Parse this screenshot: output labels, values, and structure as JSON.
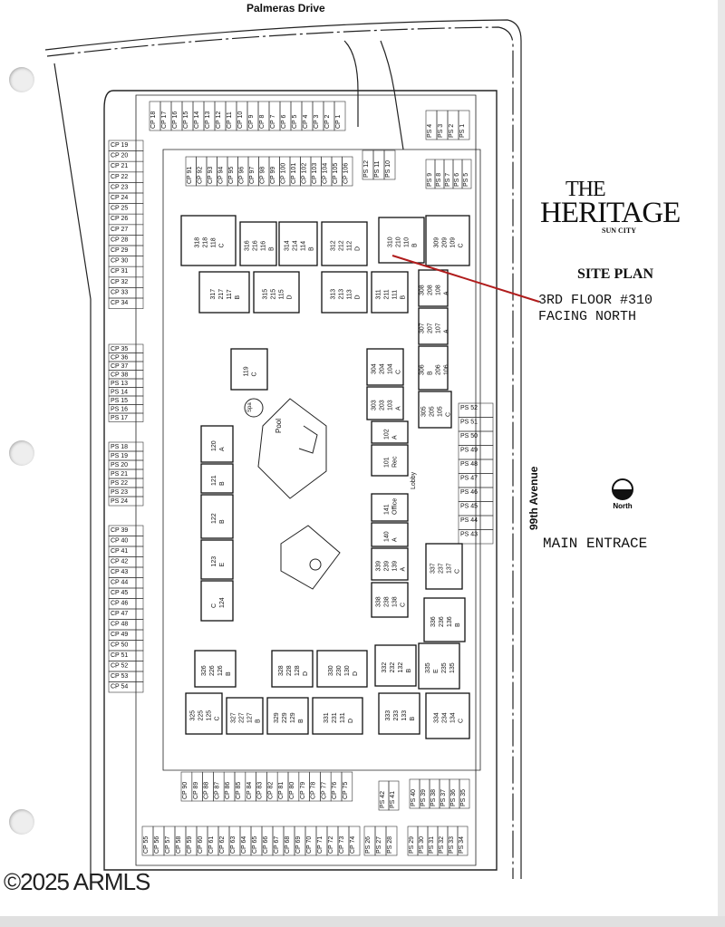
{
  "roads": {
    "top": "Palmeras Drive",
    "right": "99th Avenue"
  },
  "logo": {
    "line1": "THE",
    "line2": "HERITAGE",
    "line3": "SUN CITY"
  },
  "title": "SITE PLAN",
  "annotation": {
    "line1": "3RD FLOOR #310",
    "line2": "FACING NORTH",
    "color": "#b01c1c"
  },
  "north_label": "North",
  "entrance_label": "MAIN ENTRACE",
  "watermark": "©2025 ARMLS",
  "amenities": {
    "pool": "Pool",
    "spa": "Spa",
    "lobby": "Lobby"
  },
  "buildings": [
    {
      "units": [
        "318",
        "218",
        "118",
        "C"
      ]
    },
    {
      "units": [
        "316",
        "216",
        "116",
        "B"
      ]
    },
    {
      "units": [
        "314",
        "214",
        "114",
        "B"
      ]
    },
    {
      "units": [
        "312",
        "212",
        "112",
        "D"
      ]
    },
    {
      "units": [
        "310",
        "210",
        "110",
        "B"
      ]
    },
    {
      "units": [
        "309",
        "209",
        "109",
        "C"
      ]
    },
    {
      "units": [
        "317",
        "217",
        "117",
        "B"
      ]
    },
    {
      "units": [
        "315",
        "215",
        "115",
        "D"
      ]
    },
    {
      "units": [
        "313",
        "213",
        "113",
        "D"
      ]
    },
    {
      "units": [
        "311",
        "211",
        "111",
        "B"
      ]
    },
    {
      "units": [
        "308",
        "208",
        "108",
        "A"
      ]
    },
    {
      "units": [
        "307",
        "207",
        "107",
        "A"
      ]
    },
    {
      "units": [
        "306",
        "B",
        "206",
        "106"
      ]
    },
    {
      "units": [
        "305",
        "205",
        "105",
        "C"
      ]
    },
    {
      "units": [
        "304",
        "204",
        "104",
        "C"
      ]
    },
    {
      "units": [
        "303",
        "203",
        "103",
        "A"
      ]
    },
    {
      "units": [
        "102",
        "A"
      ]
    },
    {
      "units": [
        "101",
        "Rec"
      ]
    },
    {
      "units": [
        "141",
        "Office"
      ]
    },
    {
      "units": [
        "140",
        "A"
      ]
    },
    {
      "units": [
        "339",
        "239",
        "139",
        "A"
      ]
    },
    {
      "units": [
        "338",
        "238",
        "138",
        "C"
      ]
    },
    {
      "units": [
        "337",
        "237",
        "137",
        "C"
      ]
    },
    {
      "units": [
        "336",
        "236",
        "136",
        "B"
      ]
    },
    {
      "units": [
        "335",
        "E",
        "235",
        "135"
      ]
    },
    {
      "units": [
        "334",
        "234",
        "134",
        "C"
      ]
    },
    {
      "units": [
        "333",
        "233",
        "133",
        "B"
      ]
    },
    {
      "units": [
        "332",
        "232",
        "132",
        "B"
      ]
    },
    {
      "units": [
        "331",
        "231",
        "131",
        "D"
      ]
    },
    {
      "units": [
        "330",
        "230",
        "130",
        "D"
      ]
    },
    {
      "units": [
        "329",
        "229",
        "129",
        "B"
      ]
    },
    {
      "units": [
        "328",
        "228",
        "128",
        "D"
      ]
    },
    {
      "units": [
        "327",
        "227",
        "127",
        "B"
      ]
    },
    {
      "units": [
        "326",
        "226",
        "126",
        "B"
      ]
    },
    {
      "units": [
        "325",
        "225",
        "125",
        "C"
      ]
    },
    {
      "units": [
        "119",
        "C"
      ]
    },
    {
      "units": [
        "120",
        "A"
      ]
    },
    {
      "units": [
        "121",
        "B"
      ]
    },
    {
      "units": [
        "122",
        "B"
      ]
    },
    {
      "units": [
        "123",
        "E"
      ]
    },
    {
      "units": [
        "C",
        "124"
      ]
    }
  ],
  "parking": [
    {
      "labels": [
        "CP 18",
        "CP 17",
        "CP 16",
        "CP 15",
        "CP 14",
        "CP 13",
        "CP 12",
        "CP 11",
        "CP 10",
        "CP 9",
        "CP 8",
        "CP 7",
        "CP 6",
        "CP 5",
        "CP 4",
        "CP 3",
        "CP 2",
        "CP 1"
      ]
    },
    {
      "labels": [
        "CP 91",
        "CP 92",
        "CP 93",
        "CP 94",
        "CP 95",
        "CP 96",
        "CP 97",
        "CP 98",
        "CP 99",
        "CP 100",
        "CP 101",
        "CP 102",
        "CP 103",
        "CP 104",
        "CP 105",
        "CP 106"
      ]
    },
    {
      "labels": [
        "PS 12",
        "PS 11",
        "PS 10"
      ]
    },
    {
      "labels": [
        "PS 4",
        "PS 3",
        "PS 2",
        "PS 1"
      ]
    },
    {
      "labels": [
        "PS 9",
        "PS 8",
        "PS 7",
        "PS 6",
        "PS 5"
      ]
    },
    {
      "labels": [
        "CP 19",
        "CP 20",
        "CP 21",
        "CP 22",
        "CP 23",
        "CP 24",
        "CP 25",
        "CP 26",
        "CP 27",
        "CP 28",
        "CP 29",
        "CP 30",
        "CP 31",
        "CP 32",
        "CP 33",
        "CP 34"
      ]
    },
    {
      "labels": [
        "CP 35",
        "CP 36",
        "CP 37",
        "CP 38",
        "PS 13",
        "PS 14",
        "PS 15",
        "PS 16",
        "PS 17"
      ]
    },
    {
      "labels": [
        "PS 18",
        "PS 19",
        "PS 20",
        "PS 21",
        "PS 22",
        "PS 23",
        "PS 24"
      ]
    },
    {
      "labels": [
        "CP 39",
        "CP 40",
        "CP 41",
        "CP 42",
        "CP 43",
        "CP 44",
        "CP 45",
        "CP 46",
        "CP 47",
        "CP 48",
        "CP 49",
        "CP 50",
        "CP 51",
        "CP 52",
        "CP 53",
        "CP 54"
      ]
    },
    {
      "labels": [
        "CP 90",
        "CP 89",
        "CP 88",
        "CP 87",
        "CP 86",
        "CP 85",
        "CP 84",
        "CP 83",
        "CP 82",
        "CP 81",
        "CP 80",
        "CP 79",
        "CP 78",
        "CP 77",
        "CP 76",
        "CP 75"
      ]
    },
    {
      "labels": [
        "PS 42",
        "PS 41"
      ]
    },
    {
      "labels": [
        "PS 40",
        "PS 39",
        "PS 38",
        "PS 37",
        "PS 36",
        "PS 35"
      ]
    },
    {
      "labels": [
        "CP 55",
        "CP 56",
        "CP 57",
        "CP 58",
        "CP 59",
        "CP 60",
        "CP 61",
        "CP 62",
        "CP 63",
        "CP 64",
        "CP 65",
        "CP 66",
        "CP 67",
        "CP 68",
        "CP 69",
        "CP 70",
        "CP 71",
        "CP 72",
        "CP 73",
        "CP 74"
      ]
    },
    {
      "labels": [
        "PS 26",
        "PS 27",
        "PS 28"
      ]
    },
    {
      "labels": [
        "PS 29",
        "PS 30",
        "PS 31",
        "PS 32",
        "PS 33",
        "PS 34"
      ]
    },
    {
      "labels": [
        "PS 52",
        "PS 51",
        "PS 50",
        "PS 49",
        "PS 48",
        "PS 47",
        "PS 46",
        "PS 45",
        "PS 44",
        "PS 43"
      ]
    }
  ]
}
